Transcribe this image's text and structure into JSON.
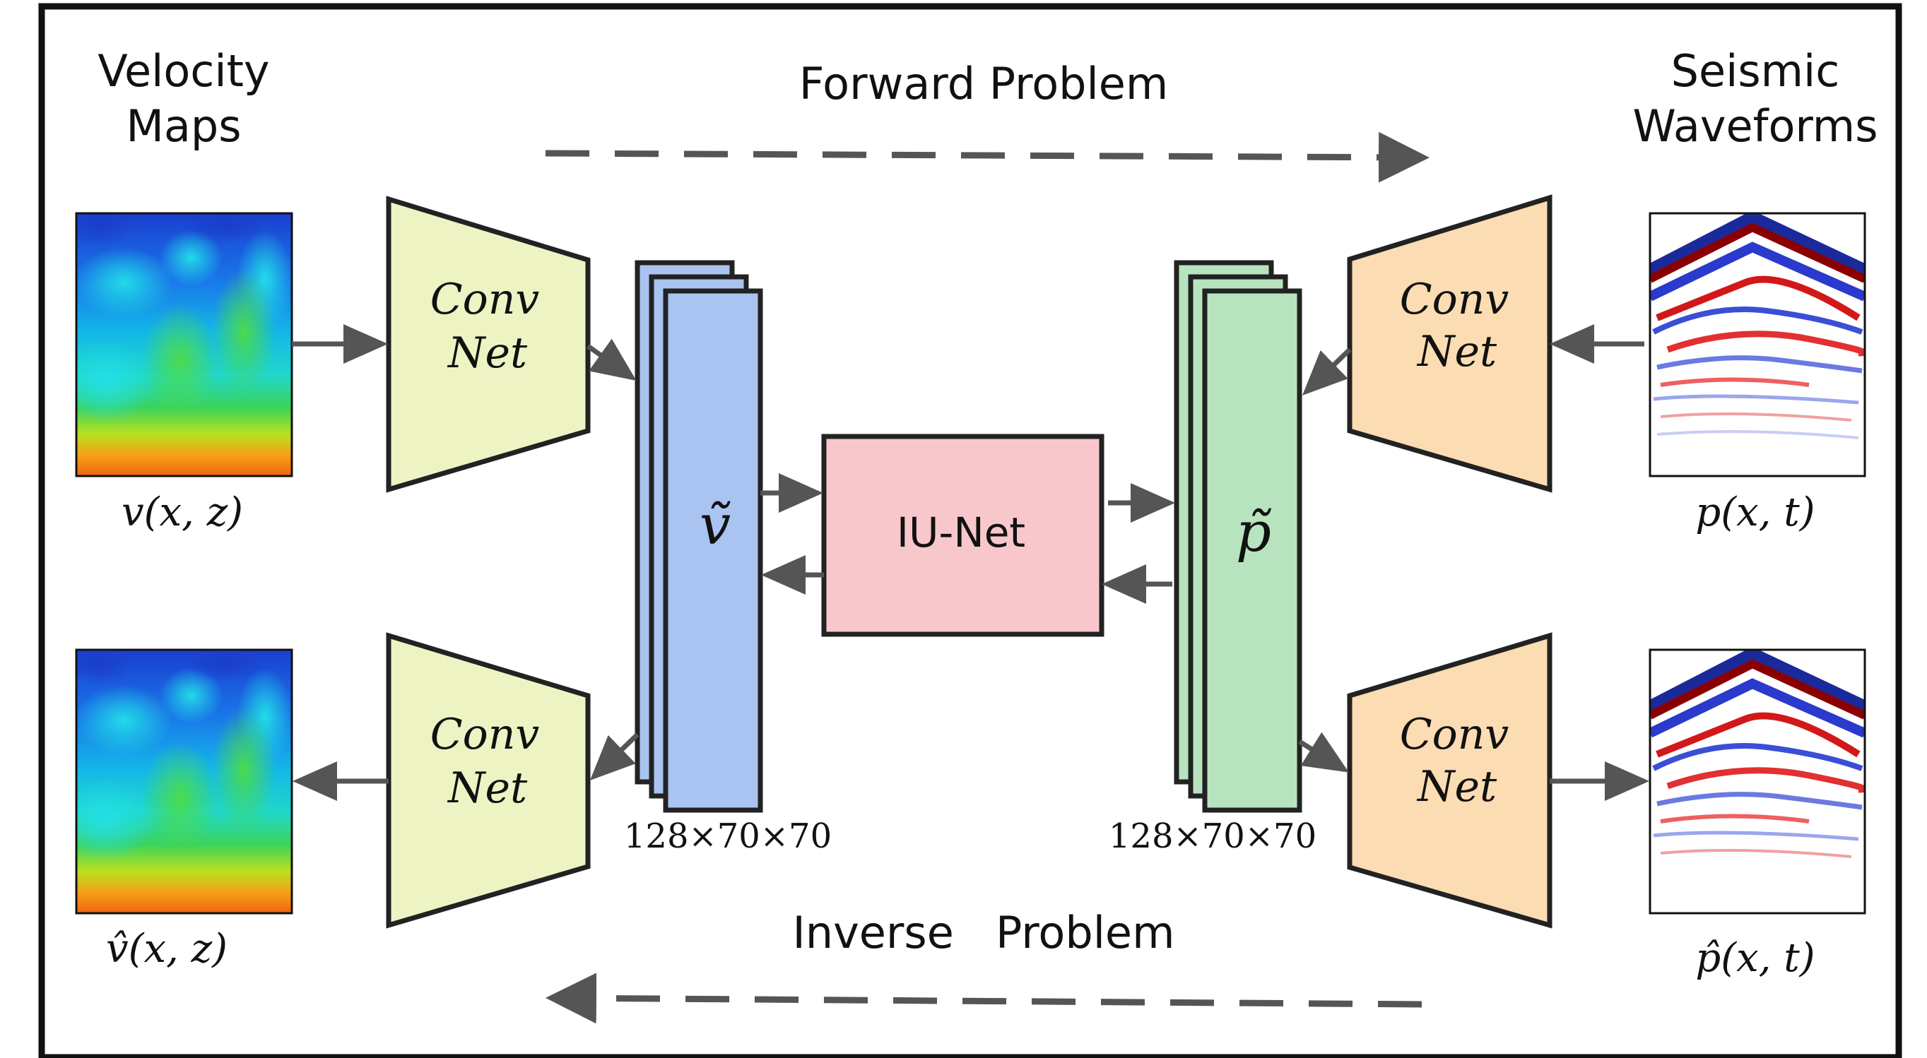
{
  "labels": {
    "velocity_maps_line1": "Velocity",
    "velocity_maps_line2": "Maps",
    "seismic_line1": "Seismic",
    "seismic_line2": "Waveforms",
    "forward_problem": "Forward Problem",
    "inverse_problem": "Inverse   Problem",
    "iunet": "IU-Net",
    "latent_v": "ṽ",
    "latent_p": "p̃",
    "dim_v": "128×70×70",
    "dim_p": "128×70×70",
    "v_xz": "v(x, z)",
    "vhat_xz": "v̂(x, z)",
    "p_xt": "p(x, t)",
    "phat_xt": "p̂(x, t)"
  },
  "convnets": {
    "tl_line1": "Conv",
    "tl_line2": "Net",
    "bl_line1": "Conv",
    "bl_line2": "Net",
    "tr_line1": "Conv",
    "tr_line2": "Net",
    "br_line1": "Conv",
    "br_line2": "Net"
  },
  "colors": {
    "frame": "#111111",
    "arrow": "#555555",
    "convnet_left_fill": "#eef3c4",
    "convnet_right_fill": "#fbdcb3",
    "latent_v_fill": "#a9c4f0",
    "latent_p_fill": "#b7e4be",
    "iunet_fill": "#f8c7cc"
  }
}
